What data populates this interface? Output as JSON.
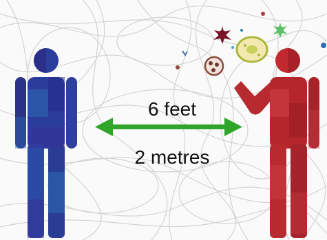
{
  "distance": {
    "imperial_label": "6 feet",
    "metric_label": "2 metres",
    "arrow_color": "#2fa52a"
  },
  "people": {
    "left_person_color": "#2a3e9c",
    "right_person_color": "#b4262b"
  },
  "icons": [
    "person-blue-icon",
    "person-red-icon",
    "double-arrow-icon",
    "germ-icons"
  ]
}
